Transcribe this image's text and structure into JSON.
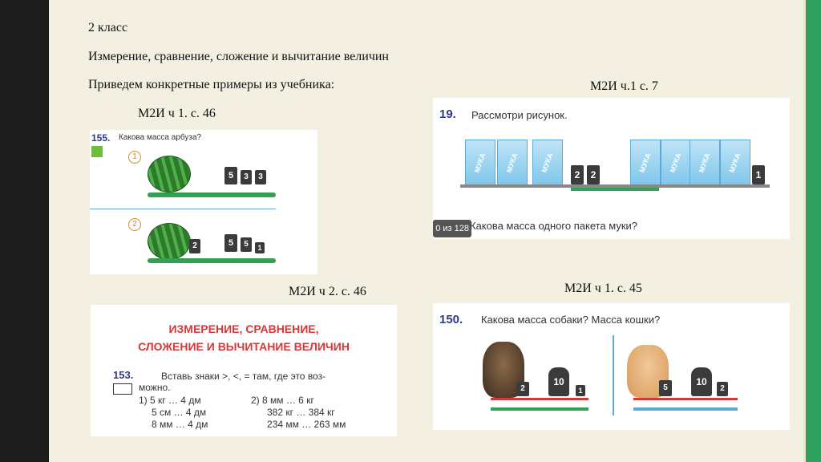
{
  "slide": {
    "line1": "2 класс",
    "line2": "Измерение, сравнение, сложение и вычитание величин",
    "line3": "Приведем конкретные примеры из учебника:"
  },
  "captions": {
    "cap_a": "М2И ч 1. с. 46",
    "cap_b": "М2И ч.1 с. 7",
    "cap_c": "М2И ч 2. с. 46",
    "cap_d": "М2И ч 1. с. 45"
  },
  "panel_a": {
    "num": "155.",
    "question": "Какова масса арбуза?",
    "row1_label": "1",
    "row2_label": "2",
    "row1_weights": [
      "5",
      "3",
      "3"
    ],
    "row2_weights": [
      "2",
      "5",
      "5",
      "1"
    ]
  },
  "panel_b": {
    "num": "19.",
    "title": "Рассмотри рисунок.",
    "bag_label": "МУКА",
    "left_weights": [
      "2",
      "2"
    ],
    "right_weights": [
      "1"
    ],
    "question": "Какова масса одного пакета муки?",
    "page_counter": "0 из 128"
  },
  "panel_c": {
    "heading1": "ИЗМЕРЕНИЕ, СРАВНЕНИЕ,",
    "heading2": "СЛОЖЕНИЕ И ВЫЧИТАНИЕ ВЕЛИЧИН",
    "num": "153.",
    "task1": "Вставь знаки >, <, = там, где это воз-",
    "task2": "можно.",
    "col1": [
      "1) 5 кг … 4 дм",
      "5 см … 4 дм",
      "8 мм … 4 дм"
    ],
    "col2": [
      "2) 8 мм … 6 кг",
      "382 кг … 384 кг",
      "234 мм … 263 мм"
    ]
  },
  "panel_d": {
    "num": "150.",
    "question": "Какова масса собаки? Масса кошки?",
    "left_weights": [
      "2",
      "10",
      "1"
    ],
    "right_weights": [
      "5",
      "10",
      "2"
    ]
  },
  "colors": {
    "left_bar": "#1c1c1c",
    "right_bar": "#2e9f5c",
    "background": "#f3efe1",
    "heading_red": "#d23a3a",
    "number_blue": "#2f3a8c"
  }
}
